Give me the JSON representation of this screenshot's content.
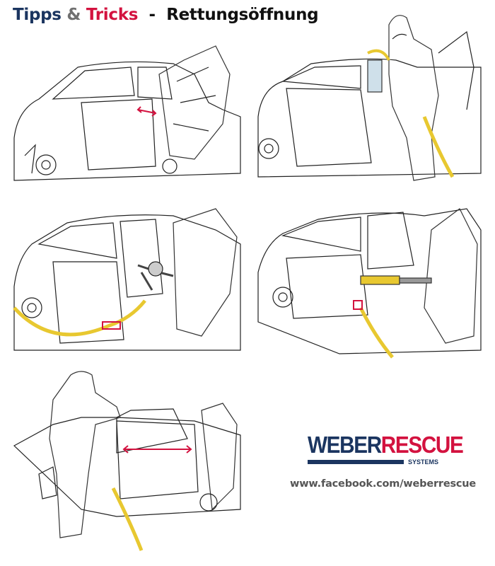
{
  "header": {
    "tipps": "Tipps",
    "amp": "&",
    "tricks": "Tricks",
    "dash": "-",
    "topic": "Rettungsöffnung"
  },
  "panels": [
    {
      "name": "step-1-measure-gap"
    },
    {
      "name": "step-2-spreader-at-door"
    },
    {
      "name": "step-3-spreader-inside"
    },
    {
      "name": "step-4-ram-in-door"
    },
    {
      "name": "step-5-door-opened"
    }
  ],
  "logo": {
    "weber": "WEBER",
    "rescue": "RESCUE",
    "systems": "SYSTEMS"
  },
  "footer": {
    "url": "www.facebook.com/weberrescue"
  },
  "colors": {
    "blue": "#1b3560",
    "red": "#d3123f",
    "grey": "#707070",
    "hose": "#e8c830"
  }
}
